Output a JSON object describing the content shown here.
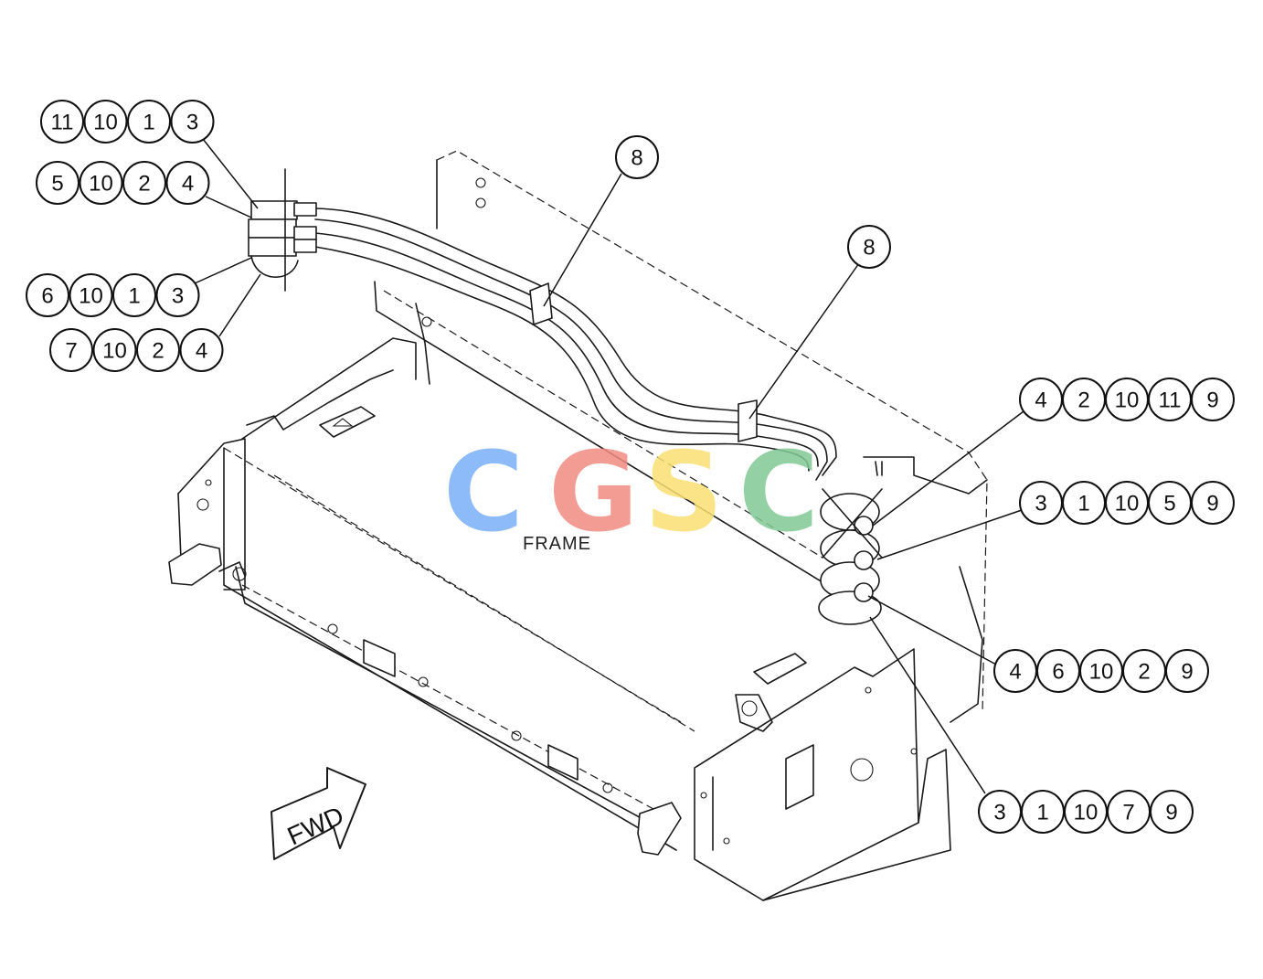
{
  "colors": {
    "line": "#1a1a1a",
    "watermark_c1": "#7aaef7",
    "watermark_g": "#f28b82",
    "watermark_s": "#fbe074",
    "watermark_c2": "#81c995"
  },
  "watermark": {
    "letters": [
      "C",
      "G",
      "S",
      "C"
    ]
  },
  "labels": {
    "frame": "FRAME",
    "fwd": "FWD"
  },
  "callout_groups": [
    {
      "id": "tl-1",
      "items": [
        "11",
        "10",
        "1",
        "3"
      ]
    },
    {
      "id": "tl-2",
      "items": [
        "5",
        "10",
        "2",
        "4"
      ]
    },
    {
      "id": "tl-3",
      "items": [
        "6",
        "10",
        "1",
        "3"
      ]
    },
    {
      "id": "tl-4",
      "items": [
        "7",
        "10",
        "2",
        "4"
      ]
    },
    {
      "id": "clip-1",
      "items": [
        "8"
      ]
    },
    {
      "id": "clip-2",
      "items": [
        "8"
      ]
    },
    {
      "id": "r-1",
      "items": [
        "4",
        "2",
        "10",
        "11",
        "9"
      ]
    },
    {
      "id": "r-2",
      "items": [
        "3",
        "1",
        "10",
        "5",
        "9"
      ]
    },
    {
      "id": "r-3",
      "items": [
        "4",
        "6",
        "10",
        "2",
        "9"
      ]
    },
    {
      "id": "r-4",
      "items": [
        "3",
        "1",
        "10",
        "7",
        "9"
      ]
    }
  ]
}
